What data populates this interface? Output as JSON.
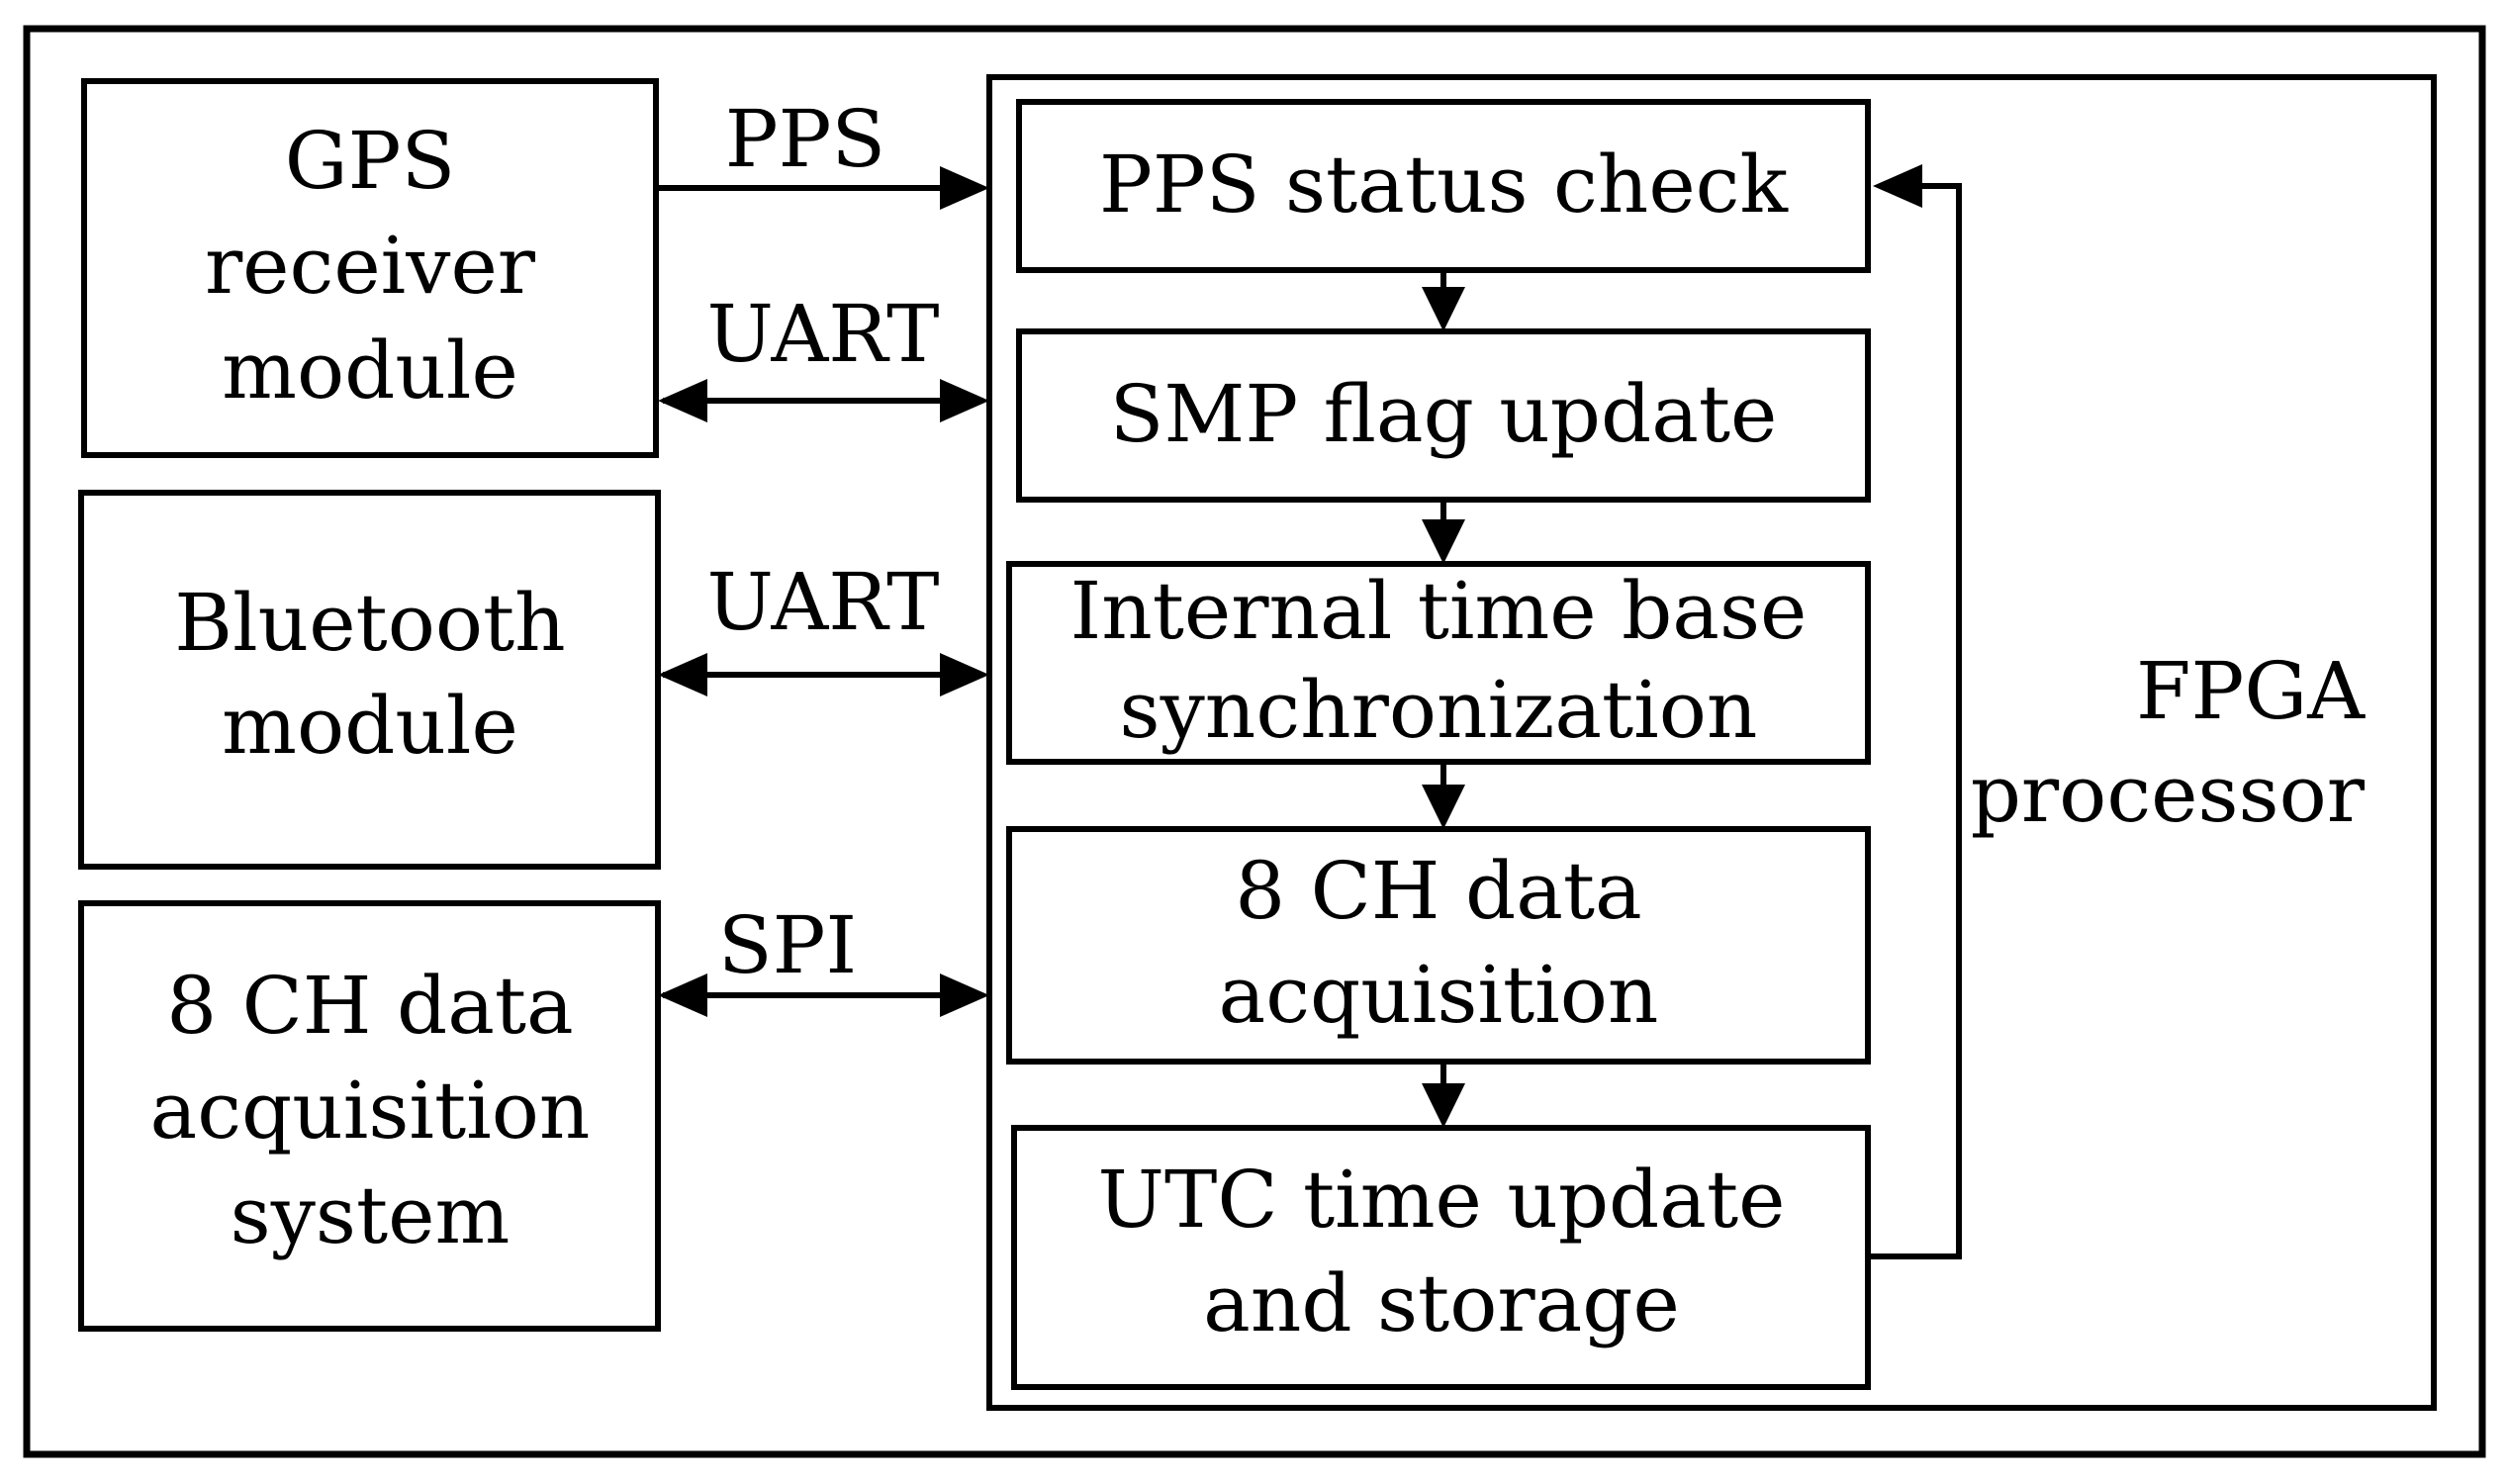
{
  "frame_border": "outer-frame",
  "external_modules": {
    "gps": {
      "lines": [
        "GPS",
        "receiver",
        "module"
      ]
    },
    "bluetooth": {
      "lines": [
        "Bluetooth",
        "module"
      ]
    },
    "daq_system": {
      "lines": [
        "8 CH data",
        "acquisition",
        "system"
      ]
    }
  },
  "links": {
    "pps": "PPS",
    "gps_uart": "UART",
    "bt_uart": "UART",
    "spi": "SPI"
  },
  "fpga": {
    "label_lines": [
      "FPGA",
      "processor"
    ],
    "steps": [
      {
        "lines": [
          "PPS status check"
        ]
      },
      {
        "lines": [
          "SMP flag update"
        ]
      },
      {
        "lines": [
          "Internal time base",
          "synchronization"
        ]
      },
      {
        "lines": [
          "8 CH data",
          "acquisition"
        ]
      },
      {
        "lines": [
          "UTC time update",
          "and storage"
        ]
      }
    ]
  }
}
